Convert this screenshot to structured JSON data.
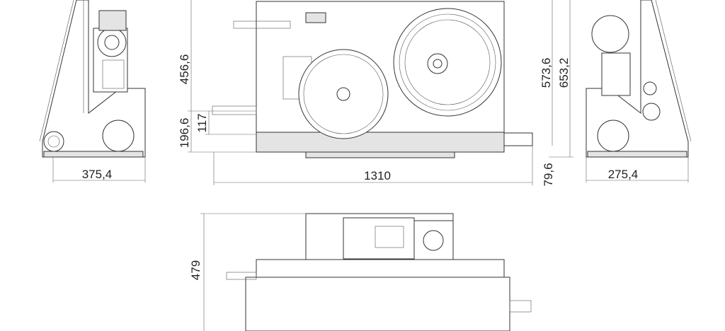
{
  "dimensions": {
    "left_width": "375,4",
    "front_height_upper": "456,6",
    "front_height_lower": "196,6",
    "front_offset": "117",
    "front_width": "1310",
    "right_height_inner": "573,6",
    "right_height_total": "653,2",
    "right_offset": "79,6",
    "right_width": "275,4",
    "top_depth": "479"
  }
}
